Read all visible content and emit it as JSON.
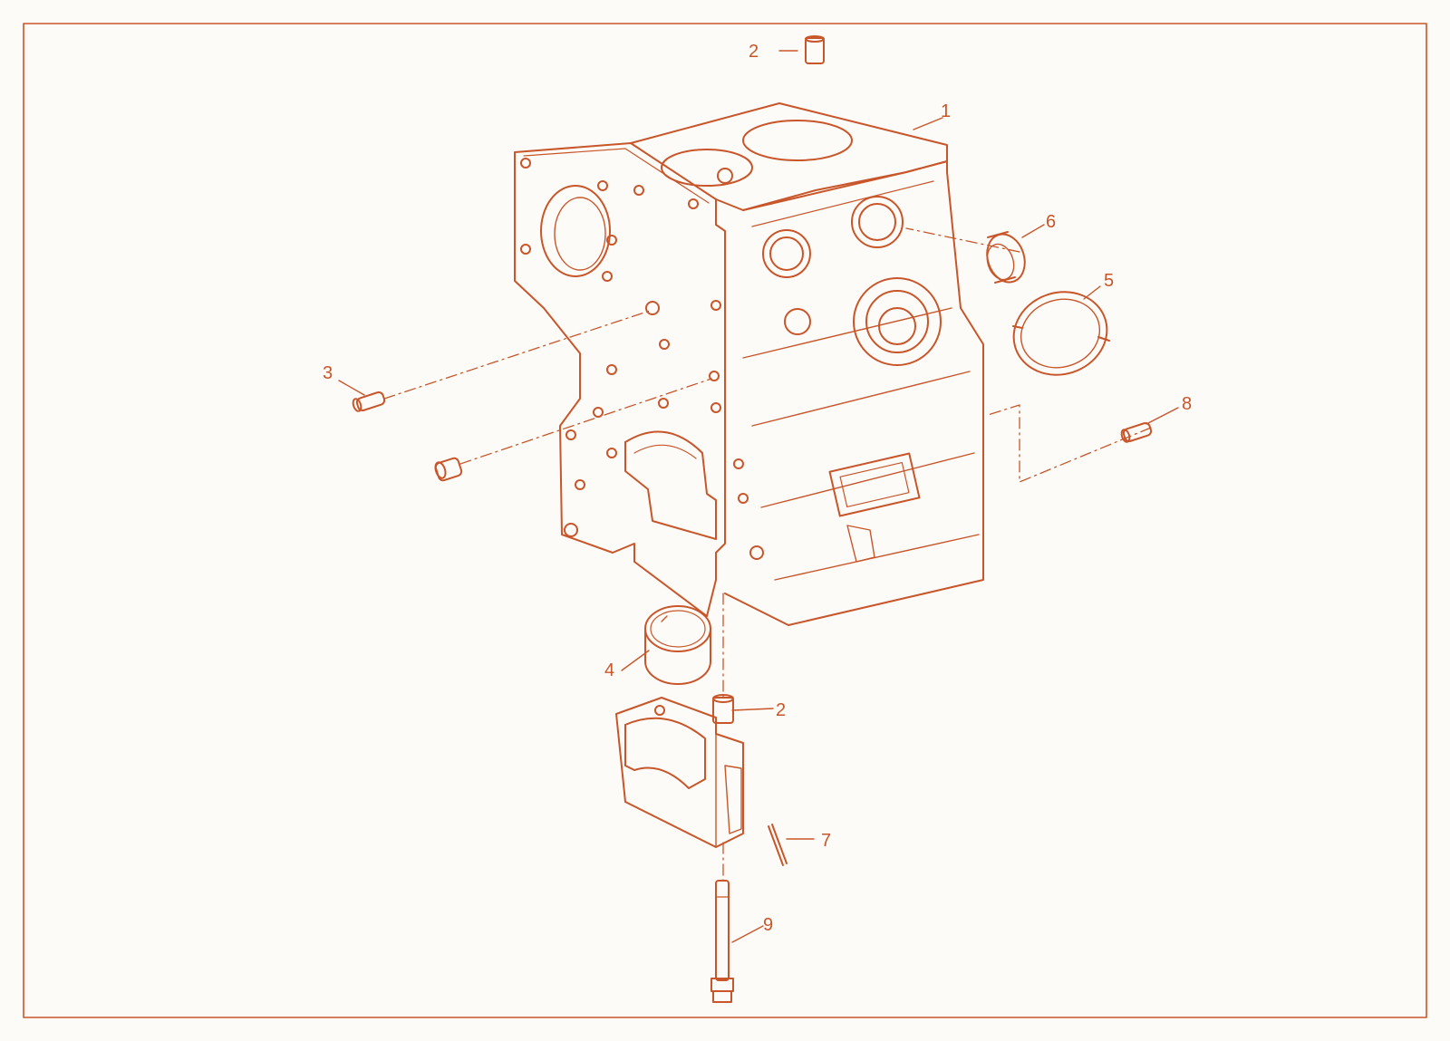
{
  "diagram": {
    "line_color": "#c8562a",
    "background": "#fdfbf7",
    "callouts": [
      {
        "id": "c2-top",
        "label": "2"
      },
      {
        "id": "c1",
        "label": "1"
      },
      {
        "id": "c6",
        "label": "6"
      },
      {
        "id": "c5",
        "label": "5"
      },
      {
        "id": "c3",
        "label": "3"
      },
      {
        "id": "c8",
        "label": "8"
      },
      {
        "id": "c4",
        "label": "4"
      },
      {
        "id": "c2-bottom",
        "label": "2"
      },
      {
        "id": "c7",
        "label": "7"
      },
      {
        "id": "c9",
        "label": "9"
      }
    ]
  }
}
